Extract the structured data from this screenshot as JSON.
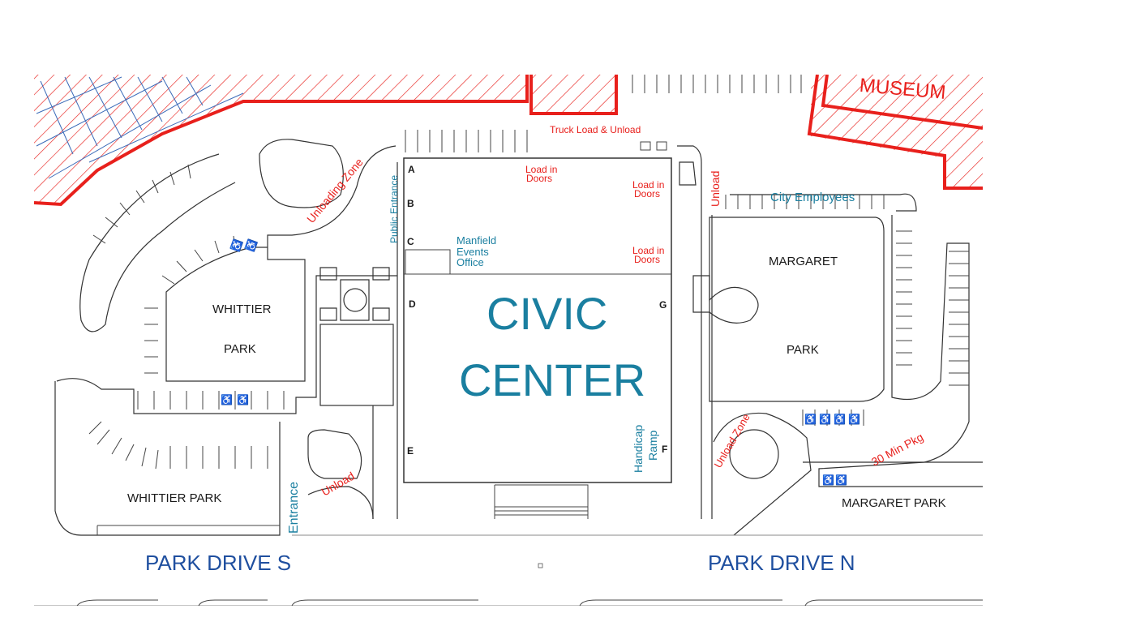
{
  "labels": {
    "museum": "MUSEUM",
    "truck_load": "Truck Load & Unload",
    "unloading_zone": "Unloading Zone",
    "public_entrance": "Public Entrance",
    "load_in_doors_top": "Load in",
    "load_in_doors_top_2": "Doors",
    "load_in_doors_right1": "Load in",
    "load_in_doors_right1_2": "Doors",
    "load_in_doors_right2": "Load in",
    "load_in_doors_right2_2": "Doors",
    "unload_top": "Unload",
    "city_employees": "City Employees",
    "margaret": "MARGARET",
    "margaret_park_inner": "PARK",
    "events_office_1": "Manfield",
    "events_office_2": "Events",
    "events_office_3": "Office",
    "civic": "CIVIC",
    "center": "CENTER",
    "whittier": "WHITTIER",
    "whittier_park_inner": "PARK",
    "whittier_park": "WHITTIER PARK",
    "entrance": "Entrance",
    "unload_bottom": "Unload",
    "handicap_1": "Handicap",
    "handicap_2": "Ramp",
    "unload_zone": "Unload Zone",
    "thirty_min": "30  Min  Pkg",
    "margaret_park": "MARGARET PARK",
    "park_drive_s": "PARK DRIVE S",
    "park_drive_n": "PARK DRIVE N"
  },
  "doors": {
    "a": "A",
    "b": "B",
    "c": "C",
    "d": "D",
    "e": "E",
    "f": "F",
    "g": "G"
  },
  "colors": {
    "restricted": "#e8201c",
    "building_label": "#1a7fa0",
    "road_label": "#1f4f9f",
    "outline": "#333333"
  }
}
